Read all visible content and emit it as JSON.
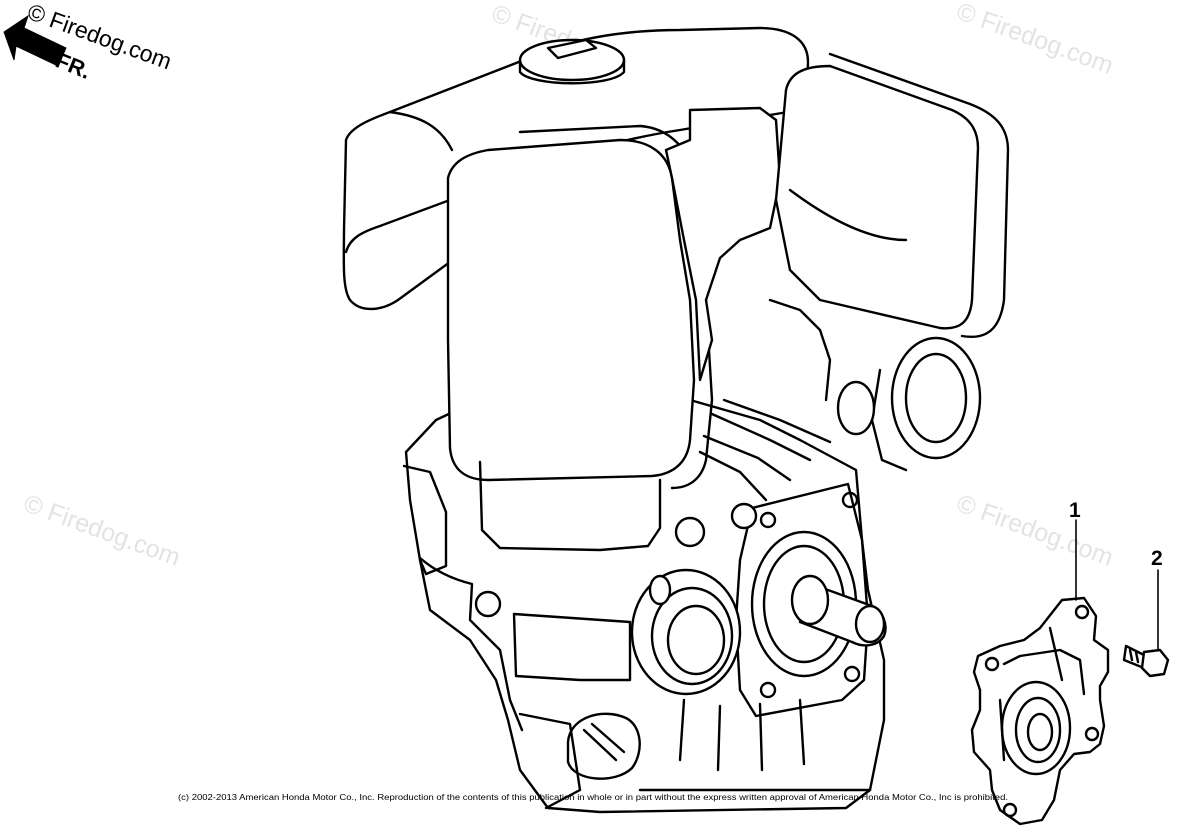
{
  "watermark": {
    "text": "© Firedog.com"
  },
  "orientation": {
    "label": "FR.",
    "brand": "© Firedog.com"
  },
  "callouts": [
    {
      "number": "1"
    },
    {
      "number": "2"
    }
  ],
  "copyright": {
    "text": "(c) 2002-2013 American Honda Motor Co., Inc. Reproduction of the contents of this publication in whole or in part without the express written approval of American Honda Motor Co., Inc is prohibited."
  }
}
